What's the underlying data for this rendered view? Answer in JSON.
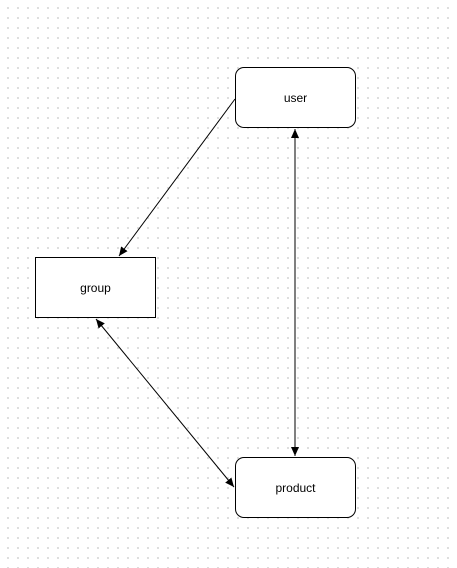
{
  "diagram": {
    "nodes": [
      {
        "id": "user",
        "label": "user",
        "shape": "rounded-rectangle"
      },
      {
        "id": "group",
        "label": "group",
        "shape": "rectangle"
      },
      {
        "id": "product",
        "label": "product",
        "shape": "rounded-rectangle"
      }
    ],
    "edges": [
      {
        "from": "user",
        "to": "group",
        "direction": "forward"
      },
      {
        "from": "user",
        "to": "product",
        "direction": "both"
      },
      {
        "from": "group",
        "to": "product",
        "direction": "both"
      }
    ],
    "colors": {
      "stroke": "#000000",
      "node_fill": "#ffffff",
      "grid_dot": "#d4d4d4",
      "background": "#ffffff"
    }
  }
}
